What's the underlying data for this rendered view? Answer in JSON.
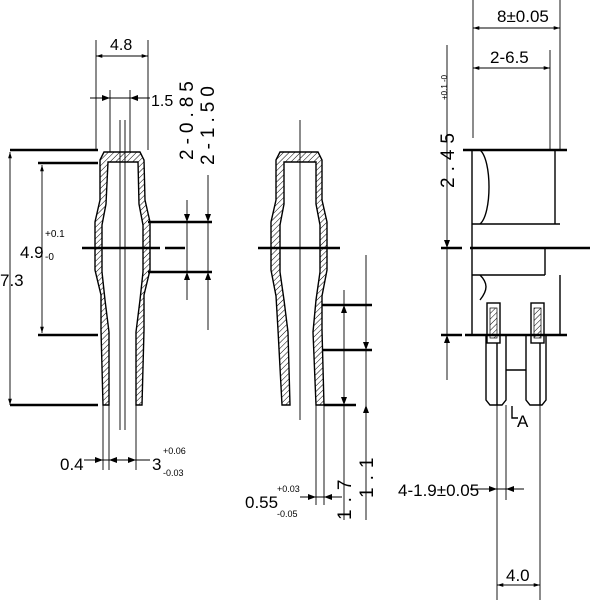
{
  "dimensions": {
    "d_4_8": "4.8",
    "d_1_5": "1.5",
    "d_2_0_85": "2-0.85",
    "d_2_1_50": "2-1.50",
    "d_7_3": "7.3",
    "d_4_9_base": "4.9",
    "d_4_9_plus": "+0.1",
    "d_4_9_minus": "-0",
    "d_0_4": "0.4",
    "d_3_base": "3",
    "d_3_plus": "+0.06",
    "d_3_minus": "-0.03",
    "d_0_55_base": "0.55",
    "d_0_55_plus": "+0.03",
    "d_0_55_minus": "-0.05",
    "d_1_7": "1.7",
    "d_1_1": "1.1",
    "d_8": "8±0.05",
    "d_2_6_5": "2-6.5",
    "d_2_45_base": "2.45",
    "d_2_45_tol": "+0.1 -0",
    "d_4_1_9": "4-1.9±0.05",
    "d_4_0": "4.0",
    "view_a": "A"
  }
}
